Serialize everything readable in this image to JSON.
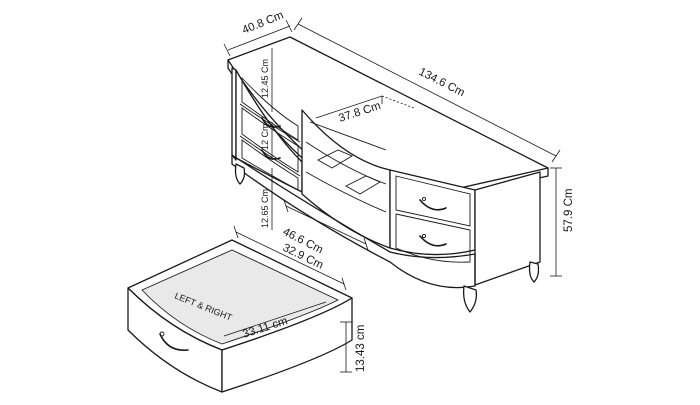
{
  "diagram": {
    "dimensions": {
      "depth": "40.8 Cm",
      "width": "134.6 Cm",
      "height": "57.9 Cm",
      "shelf_width": "37.8 Cm",
      "drawer_top_height": "12.45 Cm",
      "drawer_middle_height": "12 Cm",
      "drawer_bottom_height": "12.65 Cm",
      "inner_depth": "46.6 Cm",
      "drawer_depth": "32.9 Cm",
      "drawer_width": "33.11 cm",
      "drawer_height": "13.43 cm"
    },
    "drawer_label": "LEFT & RIGHT"
  }
}
